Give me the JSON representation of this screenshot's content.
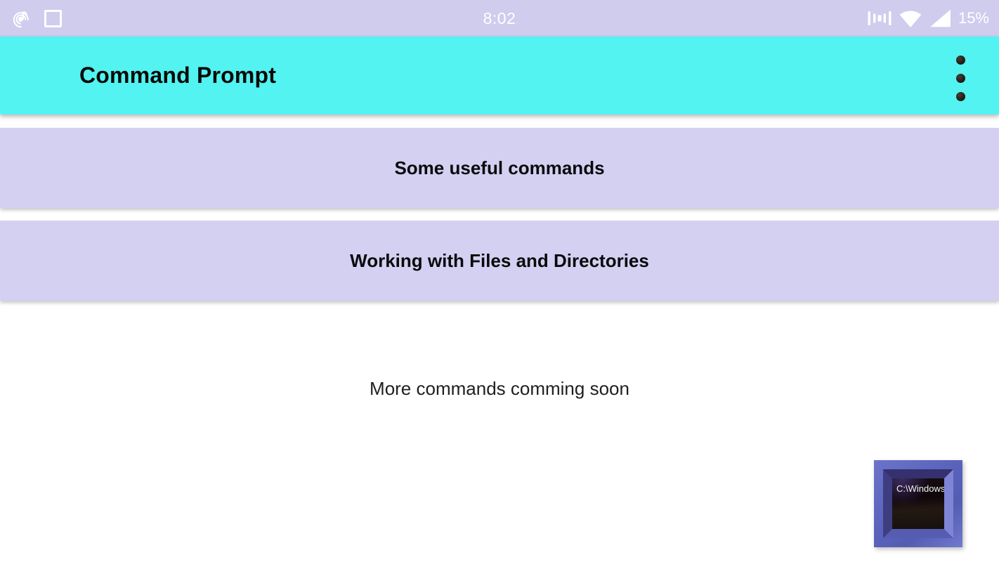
{
  "status_bar": {
    "time": "8:02",
    "battery_percent": "15%",
    "left_icons": [
      "music-notification-icon",
      "screenshot-notification-icon"
    ],
    "right_icons": [
      "vibrate-icon",
      "wifi-icon",
      "cell-signal-icon"
    ]
  },
  "app_bar": {
    "title": "Command Prompt",
    "overflow_menu_icon": "three-dot-overflow-icon"
  },
  "buttons": [
    {
      "label": "Some useful commands"
    },
    {
      "label": "Working with Files and Directories"
    }
  ],
  "message": "More commands comming soon",
  "cmd_icon": {
    "screen_text": "C:\\Windows\\"
  },
  "colors": {
    "status_bar_bg": "#cfccee",
    "app_bar_bg": "#52f3f0",
    "button_bg": "#d3d0f2",
    "icon_frame_blue": "#5a63bc",
    "text_black": "#0a0a0a"
  }
}
